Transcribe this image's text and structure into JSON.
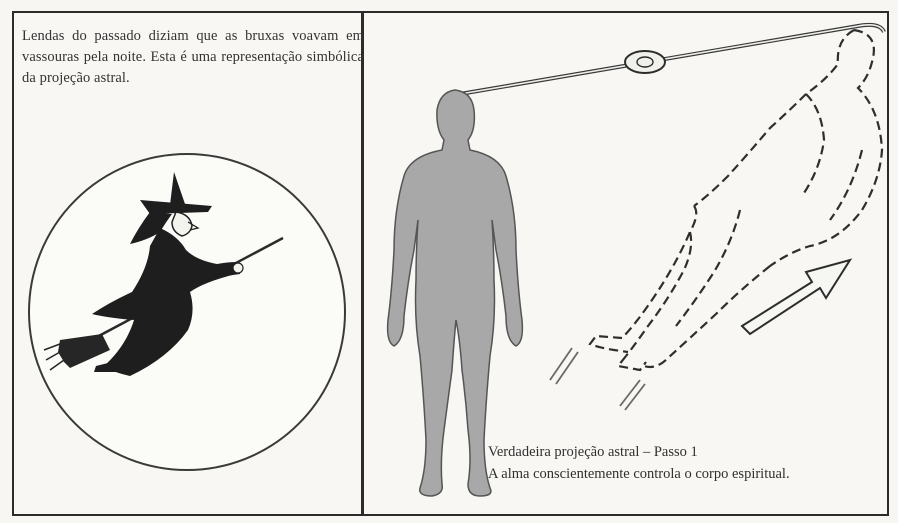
{
  "left_panel": {
    "caption": "Lendas do passado diziam que as bruxas voavam em vassouras pela noite. Esta é uma representação simbólica da projeção astral."
  },
  "right_panel": {
    "caption_line1": "Verdadeira projeção astral – Passo 1",
    "caption_line2": "A alma conscientemente controla o corpo espiritual."
  },
  "colors": {
    "frame": "#2b2b2b",
    "body_fill": "#a9a9a9",
    "witch": "#1e1e1e"
  },
  "icons": {
    "witch": "witch-on-broom",
    "body": "physical-body",
    "astral": "astral-body-outline",
    "arrow": "upward-arrow"
  }
}
